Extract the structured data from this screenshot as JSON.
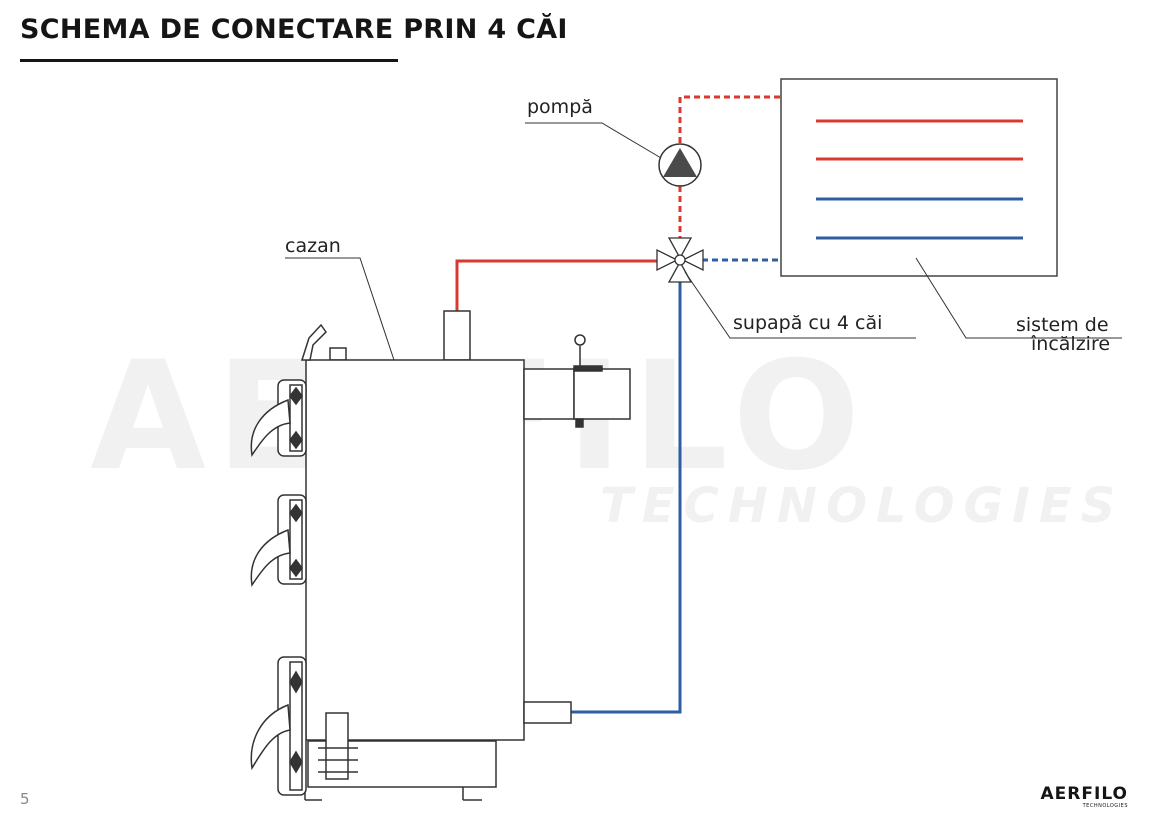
{
  "title": "SCHEMA DE CONECTARE PRIN 4 CĂI",
  "watermark": {
    "main": "AERFILO",
    "sub": "TECHNOLOGIES"
  },
  "labels": {
    "pump": "pompă",
    "boiler": "cazan",
    "valve": "supapă cu 4 căi",
    "heating_line1": "sistem de",
    "heating_line2": "încălzire"
  },
  "page_number": "5",
  "logo": {
    "main": "AERFILO",
    "sub": "TECHNOLOGIES"
  },
  "colors": {
    "hot": "#d83a2f",
    "cold": "#2f5e9e",
    "pump_fill": "#4a4a4a",
    "outline": "#333333"
  }
}
